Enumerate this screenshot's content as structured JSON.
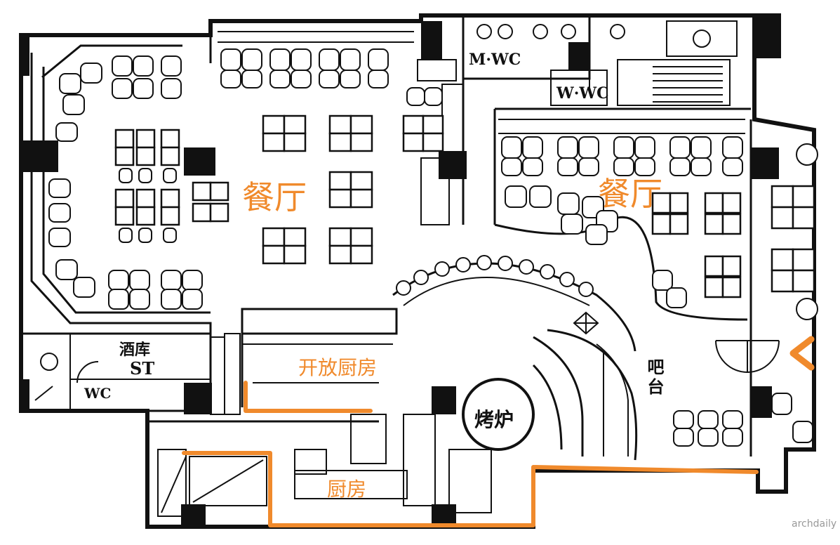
{
  "labels": {
    "dining_left": "餐厅",
    "dining_right": "餐厅",
    "open_kitchen": "开放厨房",
    "kitchen": "厨房",
    "oven": "烤炉",
    "bar": "吧台",
    "wine_cellar": "酒库",
    "storage": "ST",
    "wc_small": "WC",
    "wc_men": "M·WC",
    "wc_women": "W·WC",
    "watermark": "archdaily"
  },
  "colors": {
    "highlight": "#f08a2c",
    "linework": "#111111"
  },
  "icons": {
    "entrance": "arrow-left-icon"
  }
}
